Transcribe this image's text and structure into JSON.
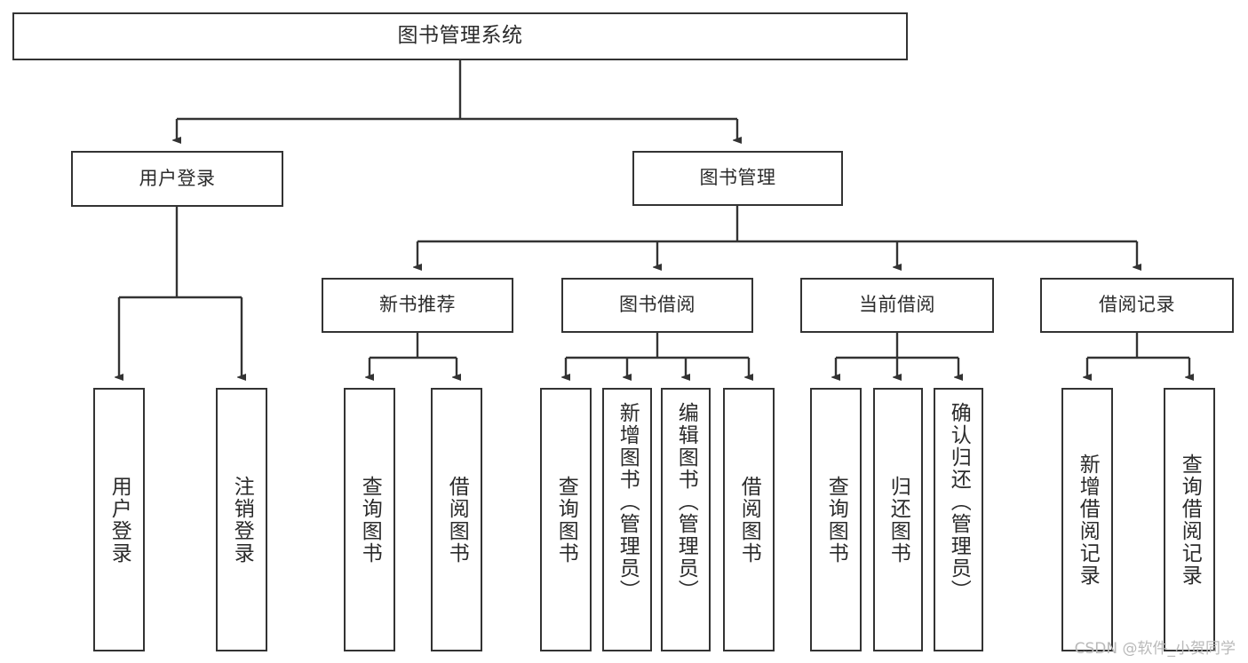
{
  "diagram": {
    "type": "tree-hierarchy-chart",
    "title": "图书管理系统",
    "colors": {
      "box_border": "#333333",
      "box_fill": "#ffffff",
      "connector": "#333333",
      "text": "#2b2b2b",
      "watermark": "#b9b9b9"
    },
    "root": {
      "label": "图书管理系统"
    },
    "level2": [
      {
        "label": "用户登录"
      },
      {
        "label": "图书管理"
      }
    ],
    "level3": [
      {
        "label": "新书推荐"
      },
      {
        "label": "图书借阅"
      },
      {
        "label": "当前借阅"
      },
      {
        "label": "借阅记录"
      }
    ],
    "leaves": {
      "user_login": [
        {
          "label": "用户登录"
        },
        {
          "label": "注销登录"
        }
      ],
      "new_book_recommend": [
        {
          "label": "查询图书"
        },
        {
          "label": "借阅图书"
        }
      ],
      "book_borrow": [
        {
          "label": "查询图书"
        },
        {
          "label": "新增图书（管理员）"
        },
        {
          "label": "编辑图书（管理员）"
        },
        {
          "label": "借阅图书"
        }
      ],
      "current_borrow": [
        {
          "label": "查询图书"
        },
        {
          "label": "归还图书"
        },
        {
          "label": "确认归还（管理员）"
        }
      ],
      "borrow_record": [
        {
          "label": "新增借阅记录"
        },
        {
          "label": "查询借阅记录"
        }
      ]
    }
  },
  "watermark": {
    "text": "CSDN @软件_小贺同学"
  }
}
